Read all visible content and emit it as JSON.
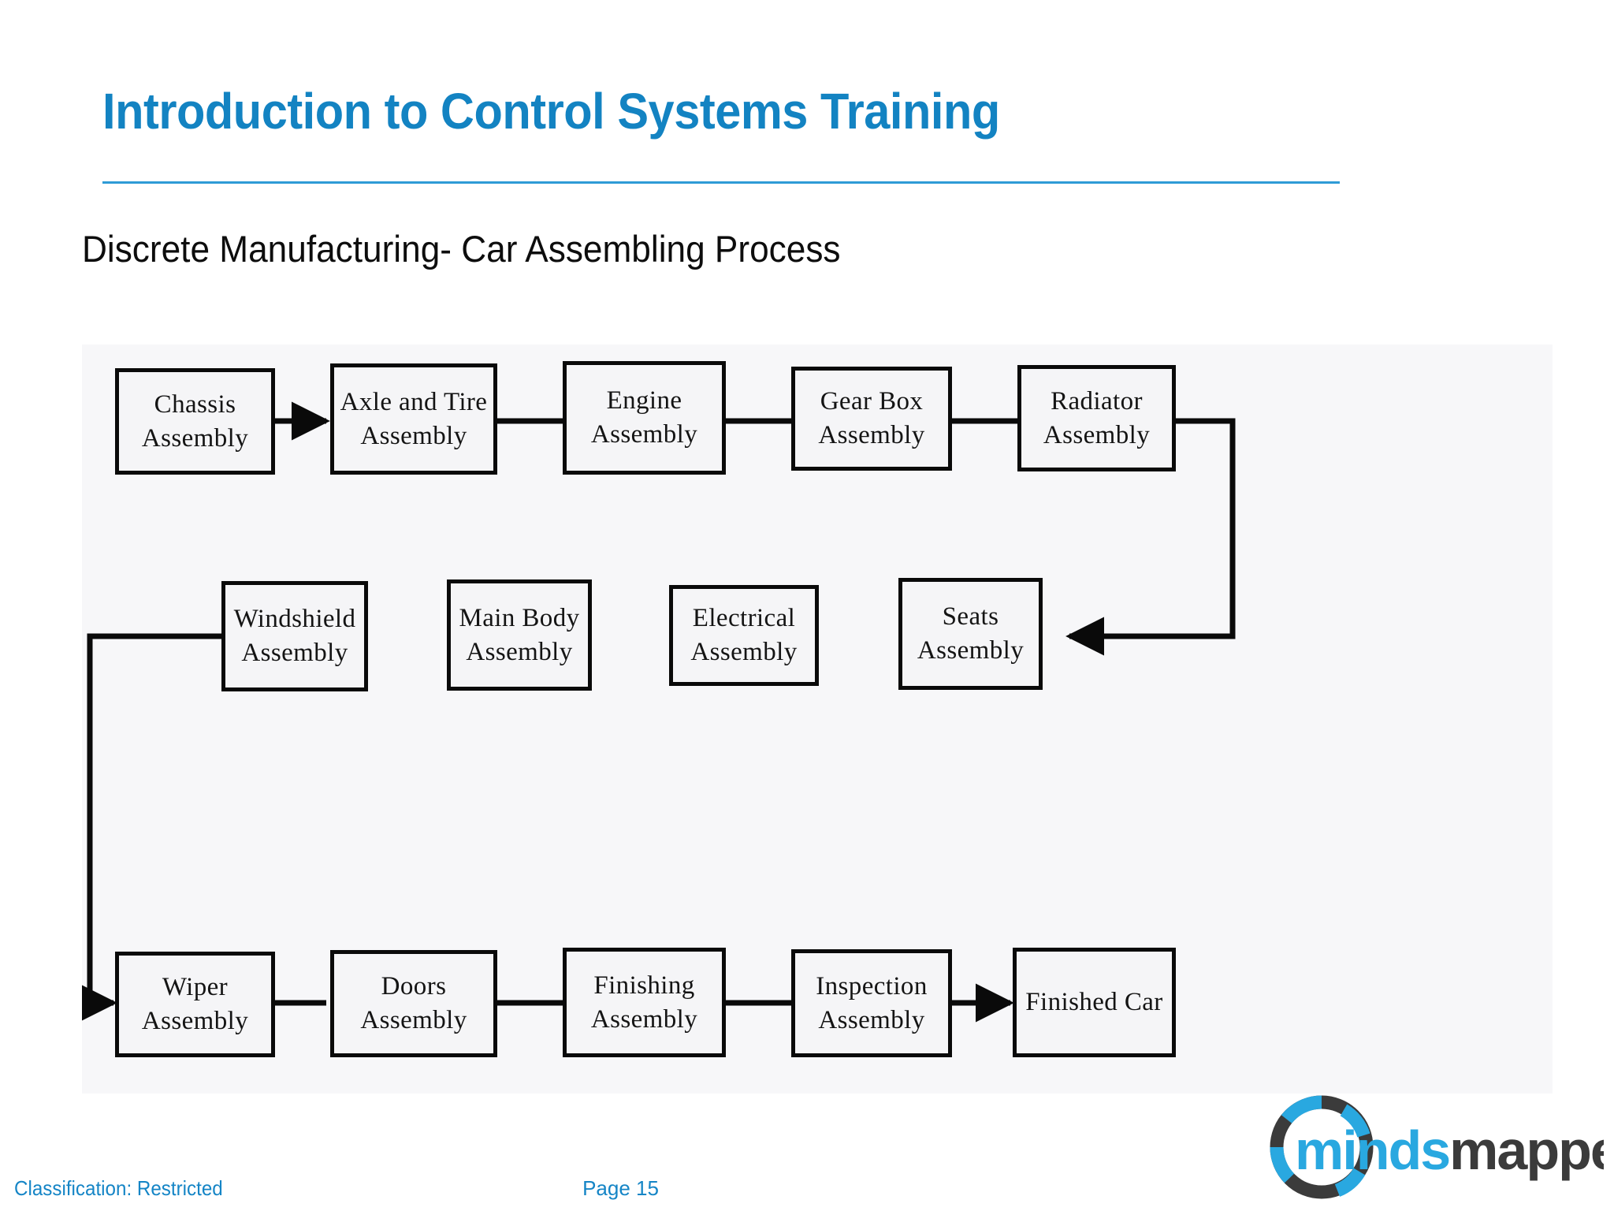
{
  "slide": {
    "title": "Introduction to Control Systems Training",
    "subtitle": "Discrete Manufacturing- Car Assembling Process",
    "accent_color": "#1383C2",
    "rule_color": "#2E9BD6"
  },
  "diagram": {
    "type": "flowchart",
    "background_color": "#f7f7f9",
    "box_fill": "#f5f5f7",
    "box_border_color": "#0a0a0a",
    "rows": [
      {
        "row": 1,
        "nodes": [
          {
            "id": "chassis",
            "line1": "Chassis",
            "line2": "Assembly"
          },
          {
            "id": "axle-tire",
            "line1": "Axle and Tire",
            "line2": "Assembly"
          },
          {
            "id": "engine",
            "line1": "Engine",
            "line2": "Assembly"
          },
          {
            "id": "gear-box",
            "line1": "Gear Box",
            "line2": "Assembly"
          },
          {
            "id": "radiator",
            "line1": "Radiator",
            "line2": "Assembly"
          }
        ]
      },
      {
        "row": 2,
        "nodes": [
          {
            "id": "windshield",
            "line1": "Windshield",
            "line2": "Assembly"
          },
          {
            "id": "main-body",
            "line1": "Main Body",
            "line2": "Assembly"
          },
          {
            "id": "electrical",
            "line1": "Electrical",
            "line2": "Assembly"
          },
          {
            "id": "seats",
            "line1": "Seats",
            "line2": "Assembly"
          }
        ]
      },
      {
        "row": 3,
        "nodes": [
          {
            "id": "wiper",
            "line1": "Wiper",
            "line2": "Assembly"
          },
          {
            "id": "doors",
            "line1": "Doors",
            "line2": "Assembly"
          },
          {
            "id": "finishing",
            "line1": "Finishing",
            "line2": "Assembly"
          },
          {
            "id": "inspection",
            "line1": "Inspection",
            "line2": "Assembly"
          },
          {
            "id": "finished-car",
            "line1": "Finished Car",
            "line2": ""
          }
        ]
      }
    ],
    "flow_order": [
      "Chassis Assembly",
      "Axle and Tire Assembly",
      "Engine Assembly",
      "Gear Box Assembly",
      "Radiator Assembly",
      "Seats Assembly",
      "Electrical Assembly",
      "Main Body Assembly",
      "Windshield Assembly",
      "Wiper Assembly",
      "Doors Assembly",
      "Finishing Assembly",
      "Inspection Assembly",
      "Finished Car"
    ]
  },
  "logo": {
    "text_part1": "minds",
    "text_part2": "mapped",
    "blue": "#29A8E0",
    "dark": "#3B3B3B"
  },
  "footer": {
    "classification": "Classification:  Restricted",
    "page": "Page 15",
    "color": "#1585C6"
  }
}
